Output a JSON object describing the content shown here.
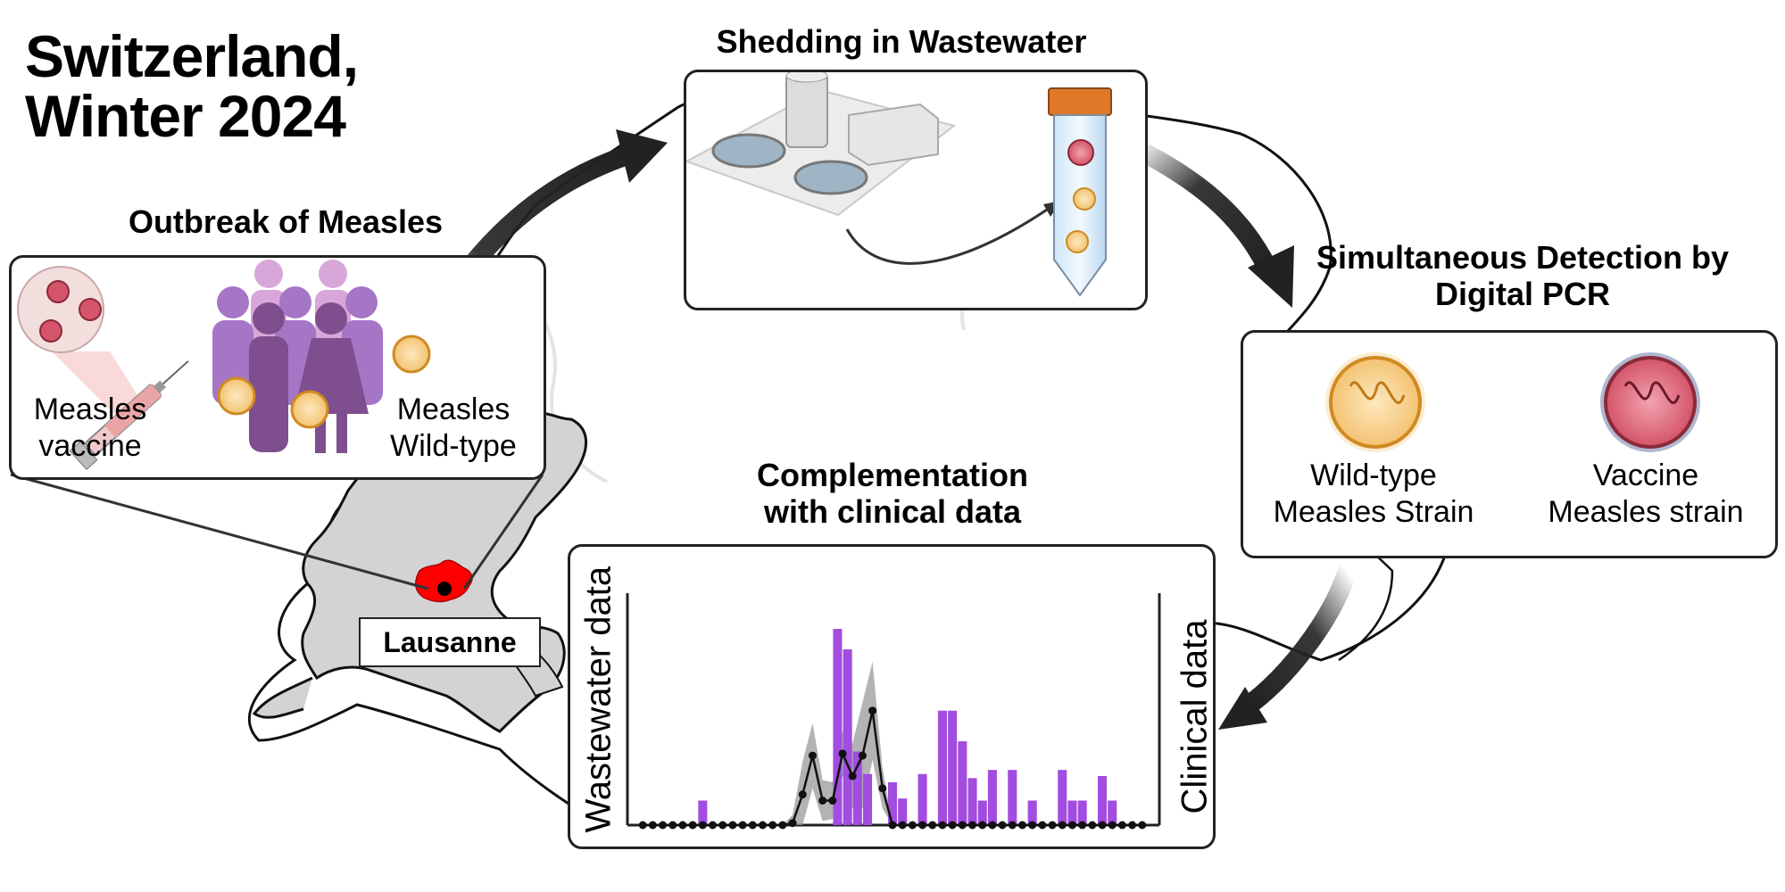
{
  "title": {
    "line1": "Switzerland,",
    "line2": "Winter 2024"
  },
  "outbreak": {
    "heading": "Outbreak of Measles",
    "vaccine_label_1": "Measles",
    "vaccine_label_2": "vaccine",
    "wild_label_1": "Measles",
    "wild_label_2": "Wild-type"
  },
  "shedding": {
    "heading": "Shedding in Wastewater"
  },
  "detection": {
    "heading_1": "Simultaneous Detection by",
    "heading_2": "Digital PCR",
    "wild_label_1": "Wild-type",
    "wild_label_2": "Measles Strain",
    "vaccine_label_1": "Vaccine",
    "vaccine_label_2": "Measles strain"
  },
  "complement": {
    "heading_1": "Complementation",
    "heading_2": "with clinical data",
    "y_left": "Wastewater data",
    "y_right": "Clinical data"
  },
  "location": {
    "city": "Lausanne"
  },
  "colors": {
    "bar": "#a24ce0",
    "line": "#111111",
    "band": "#9a9a9a",
    "map": "#d3d3d3",
    "lausanne": "#ff0000",
    "wild_virus": "#f0b24a",
    "vaccine_virus": "#d24a60"
  },
  "chart_data": {
    "type": "bar+line",
    "series": [
      {
        "name": "Clinical data",
        "type": "bar",
        "x": [
          6,
          19.5,
          20.5,
          21.5,
          22.5,
          25,
          26,
          28,
          30,
          31,
          32,
          33,
          34,
          35,
          37,
          39,
          42,
          43,
          44,
          46,
          47
        ],
        "values": [
          1.2,
          9.6,
          8.6,
          3.6,
          2.5,
          2.1,
          1.3,
          2.5,
          5.6,
          5.6,
          4.1,
          2.3,
          1.2,
          2.7,
          2.7,
          1.2,
          2.7,
          1.2,
          1.2,
          2.4,
          1.2
        ]
      },
      {
        "name": "Wastewater data",
        "type": "line",
        "x": [
          0,
          1,
          2,
          3,
          4,
          5,
          6,
          7,
          8,
          9,
          10,
          11,
          12,
          13,
          14,
          15,
          16,
          17,
          18,
          19,
          20,
          21,
          22,
          23,
          24,
          25,
          26,
          27,
          28,
          29,
          30,
          31,
          32,
          33,
          34,
          35,
          36,
          37,
          38,
          39,
          40,
          41,
          42,
          43,
          44,
          45,
          46,
          47,
          48,
          49,
          50
        ],
        "values": [
          0,
          0,
          0,
          0,
          0,
          0,
          0,
          0,
          0,
          0,
          0,
          0,
          0,
          0,
          0,
          0.1,
          1.5,
          3.4,
          1.2,
          1.2,
          3.5,
          2.4,
          3.4,
          5.6,
          1.8,
          0,
          0,
          0,
          0,
          0,
          0,
          0,
          0,
          0,
          0,
          0,
          0,
          0,
          0,
          0,
          0,
          0,
          0,
          0,
          0,
          0,
          0,
          0,
          0,
          0,
          0
        ],
        "band": [
          0,
          0,
          0,
          0,
          0,
          0,
          0,
          0,
          0,
          0,
          0,
          0,
          0,
          0,
          0,
          0.4,
          1.6,
          1.6,
          1.0,
          0.9,
          1.1,
          1.6,
          2.6,
          2.4,
          1.0,
          0,
          0,
          0,
          0,
          0,
          0,
          0,
          0,
          0,
          0,
          0,
          0,
          0,
          0,
          0,
          0,
          0,
          0,
          0,
          0,
          0,
          0,
          0,
          0,
          0,
          0
        ]
      }
    ],
    "xlim": [
      -1,
      51
    ],
    "ylim": [
      0,
      11
    ],
    "grid": false,
    "legend": "none"
  }
}
